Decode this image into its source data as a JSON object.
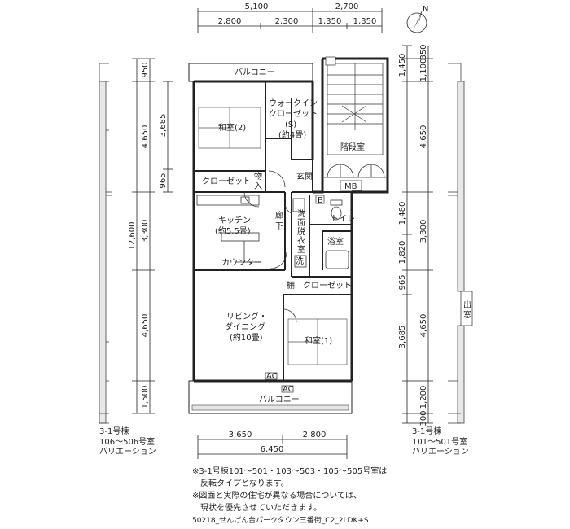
{
  "dimensions": {
    "top_total_left": "5,100",
    "top_total_right": "2,700",
    "top_sub": [
      "2,800",
      "2,300",
      "1,350",
      "1,350"
    ],
    "bottom_sub": [
      "3,650",
      "2,800"
    ],
    "bottom_total": "6,450",
    "left_outer_total": "12,600",
    "left_outer": [
      "950",
      "4,650",
      "3,300",
      "4,650",
      "1,500"
    ],
    "left_inner": [
      "3,685",
      "965"
    ],
    "right_outer": [
      "350",
      "1,100",
      "4,650",
      "3,300",
      "4,650",
      "1,200",
      "300"
    ],
    "right_inner": [
      "1,450",
      "1,480",
      "1,820",
      "965",
      "3,685"
    ]
  },
  "rooms": {
    "balcony_top": "バルコニー",
    "walk_in_closet": [
      "ウォークイン",
      "クローゼット",
      "(S)",
      "(約4畳)"
    ],
    "japanese_room_2": "和室(2)",
    "stair_hall": "階段室",
    "closet_upper": "クローゼット",
    "storage": [
      "物",
      "入"
    ],
    "entrance": "玄関",
    "mb": "MB",
    "b_mark": "B",
    "kitchen": [
      "キッチン",
      "(約5.5畳)"
    ],
    "counter": "カウンター",
    "hallway": [
      "廊",
      "下"
    ],
    "washroom": [
      "洗",
      "面",
      "脱",
      "衣",
      "室"
    ],
    "toilet": "トイレ",
    "bath": "浴室",
    "wash_mark": "洗",
    "shelf": "棚",
    "closet_lower": "クローゼット",
    "living_dining": [
      "リビング・",
      "ダイニング",
      "(約10畳)"
    ],
    "japanese_room_1": "和室(1)",
    "ac_upper": "AC",
    "ac_lower": "AC",
    "balcony_bottom": "バルコニー",
    "bay_window": [
      "出",
      "窓"
    ]
  },
  "north_label": "N",
  "variations": {
    "left": [
      "3-1号棟",
      "106～506号室",
      "バリエーション"
    ],
    "right": [
      "3-1号棟",
      "101～501号室",
      "バリエーション"
    ]
  },
  "notes": [
    "※3-1号棟101～501・103～503・105～505号室は",
    "　反転タイプとなります。",
    "※図面と実際の住宅が異なる場合については、",
    "　現状を優先させていただきます。"
  ],
  "footer": "50218_せんげん台パークタウン三番街_C2_2LDK+S"
}
